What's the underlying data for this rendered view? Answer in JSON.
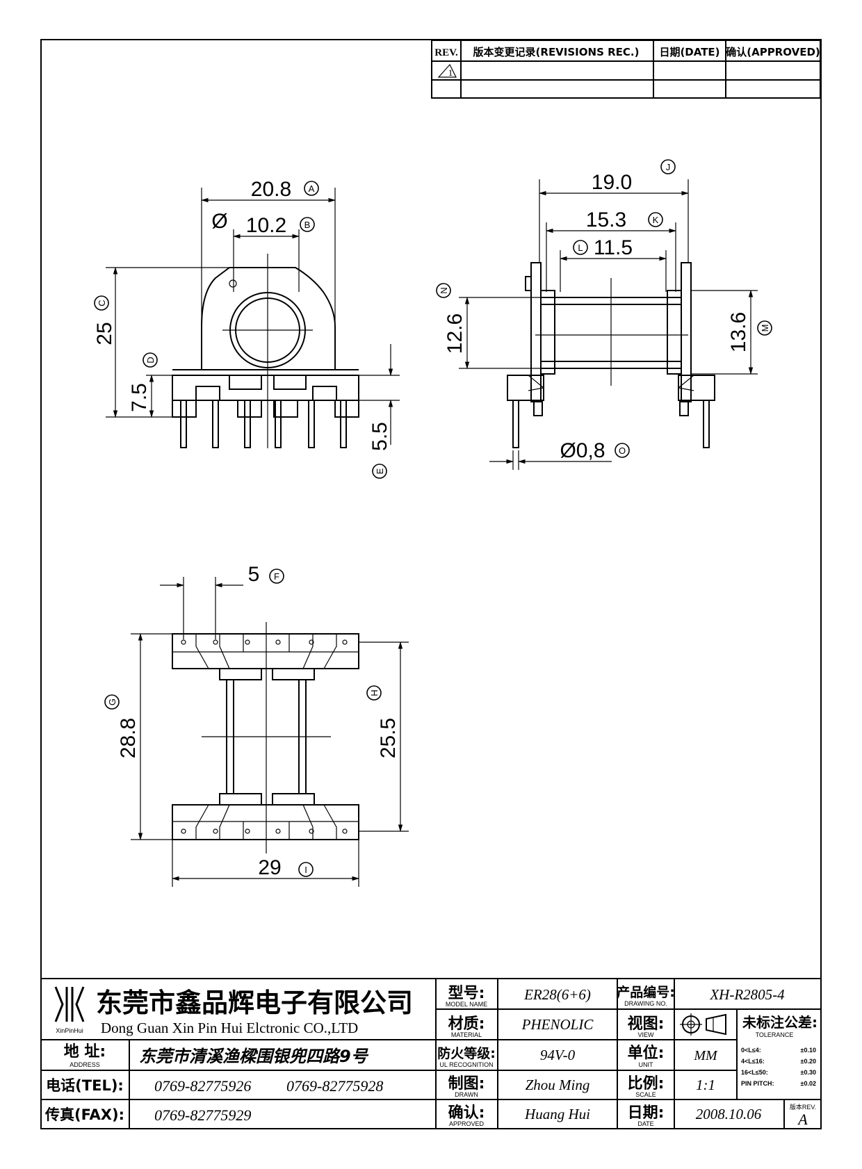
{
  "revision_table": {
    "headers": [
      "REV.",
      "版本变更记录(REVISIONS REC.)",
      "日期(DATE)",
      "确认(APPROVED)"
    ],
    "rev_symbol": "1"
  },
  "dimensions": {
    "A": {
      "value": "20.8",
      "label": "A"
    },
    "B": {
      "value": "10.2",
      "label": "B",
      "prefix": "Ø"
    },
    "C": {
      "value": "25",
      "label": "C"
    },
    "D": {
      "value": "7.5",
      "label": "D"
    },
    "E": {
      "value": "5.5",
      "label": "E"
    },
    "F": {
      "value": "5",
      "label": "F"
    },
    "G": {
      "value": "28.8",
      "label": "G"
    },
    "H": {
      "value": "25.5",
      "label": "H"
    },
    "I": {
      "value": "29",
      "label": "I"
    },
    "J": {
      "value": "19.0",
      "label": "J"
    },
    "K": {
      "value": "15.3",
      "label": "K"
    },
    "L": {
      "value": "11.5",
      "label": "L"
    },
    "M": {
      "value": "13.6",
      "label": "M"
    },
    "N": {
      "value": "12.6",
      "label": "N"
    },
    "O": {
      "value": "Ø0,8",
      "label": "O"
    }
  },
  "title_block": {
    "company_cn": "东莞市鑫品辉电子有限公司",
    "company_en": "Dong Guan Xin Pin Hui Elctronic CO.,LTD",
    "logo_text": "XinPinHui",
    "address_label": "地  址:",
    "address_label_en": "ADDRESS",
    "address": "东莞市清溪渔樑围银兜四路9号",
    "tel_label": "电话(TEL):",
    "tel1": "0769-82775926",
    "tel2": "0769-82775928",
    "fax_label": "传真(FAX):",
    "fax": "0769-82775929",
    "model_label": "型号:",
    "model_label_en": "MODEL NAME",
    "model": "ER28(6+6)",
    "material_label": "材质:",
    "material_label_en": "MATERIAL",
    "material": "PHENOLIC",
    "ul_label": "防火等级:",
    "ul_label_en": "UL RECOGNITION",
    "ul": "94V-0",
    "drawn_label": "制图:",
    "drawn_label_en": "DRAWN",
    "drawn": "Zhou Ming",
    "approved_label": "确认:",
    "approved_label_en": "APPROVED",
    "approved": "Huang Hui",
    "drawing_no_label": "产品编号:",
    "drawing_no_label_en": "DRAWING NO.",
    "drawing_no": "XH-R2805-4",
    "view_label": "视图:",
    "view_label_en": "VIEW",
    "unit_label": "单位:",
    "unit_label_en": "UNIT",
    "unit": "MM",
    "scale_label": "比例:",
    "scale_label_en": "SCALE",
    "scale": "1:1",
    "date_label": "日期:",
    "date_label_en": "DATE",
    "date": "2008.10.06",
    "tolerance_label": "未标注公差:",
    "tolerance_label_en": "TOLERANCE",
    "tolerances": [
      {
        "range": "0<L≤4:",
        "value": "±0.10"
      },
      {
        "range": "4<L≤16:",
        "value": "±0.20"
      },
      {
        "range": "16<L≤50:",
        "value": "±0.30"
      },
      {
        "range": "PIN PITCH:",
        "value": "±0.02"
      }
    ],
    "version_label": "版本REV.",
    "version": "A"
  }
}
